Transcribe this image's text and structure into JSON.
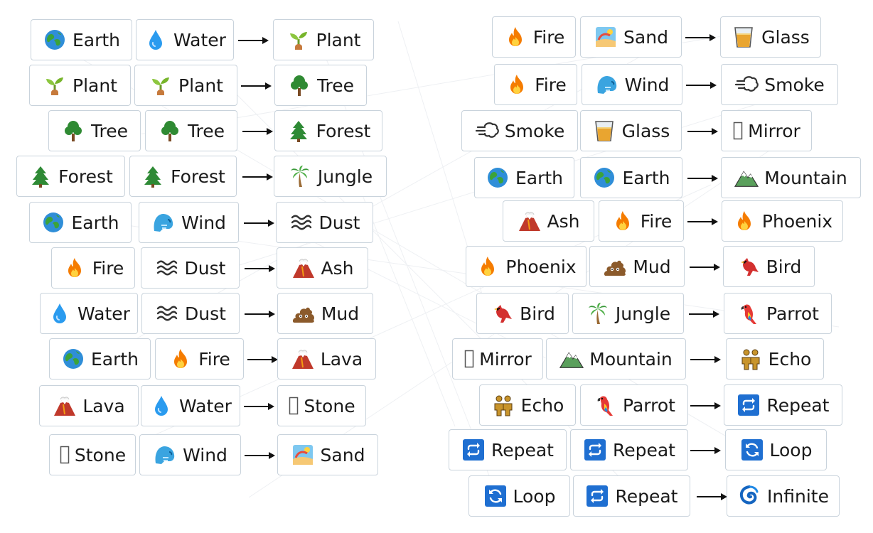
{
  "title": "",
  "icons": {
    "earth": "earth-globe-icon",
    "water": "water-droplet-icon",
    "plant": "seedling-icon",
    "tree": "deciduous-tree-icon",
    "forest": "evergreen-tree-icon",
    "jungle": "palm-tree-icon",
    "wind": "wind-face-icon",
    "dust": "wavy-lines-icon",
    "fire": "fire-flame-icon",
    "ash": "volcano-icon",
    "mud": "mud-pile-icon",
    "lava": "volcano-icon",
    "stone": "missing-glyph-icon",
    "sand": "beach-icon",
    "glass": "glass-tumbler-icon",
    "smoke": "smoke-puff-icon",
    "mirror": "missing-glyph-icon",
    "mountain": "snow-mountain-icon",
    "phoenix": "fire-flame-icon",
    "bird": "red-bird-icon",
    "parrot": "parrot-icon",
    "echo": "people-pair-icon",
    "repeat": "repeat-arrows-icon",
    "loop": "loop-arrows-icon",
    "infinite": "cyclone-icon"
  },
  "colors": {
    "chip_border": "#c9d3dc",
    "arrow": "#111111",
    "text": "#1a1a1a",
    "repeat_blue": "#1f6fd1"
  },
  "left_recipes": [
    {
      "first": {
        "label": "Earth",
        "icon": "earth"
      },
      "second": {
        "label": "Water",
        "icon": "water"
      },
      "result": {
        "label": "Plant",
        "icon": "plant"
      }
    },
    {
      "first": {
        "label": "Plant",
        "icon": "plant"
      },
      "second": {
        "label": "Plant",
        "icon": "plant"
      },
      "result": {
        "label": "Tree",
        "icon": "tree"
      }
    },
    {
      "first": {
        "label": "Tree",
        "icon": "tree"
      },
      "second": {
        "label": "Tree",
        "icon": "tree"
      },
      "result": {
        "label": "Forest",
        "icon": "forest"
      }
    },
    {
      "first": {
        "label": "Forest",
        "icon": "forest"
      },
      "second": {
        "label": "Forest",
        "icon": "forest"
      },
      "result": {
        "label": "Jungle",
        "icon": "jungle"
      }
    },
    {
      "first": {
        "label": "Earth",
        "icon": "earth"
      },
      "second": {
        "label": "Wind",
        "icon": "wind"
      },
      "result": {
        "label": "Dust",
        "icon": "dust"
      }
    },
    {
      "first": {
        "label": "Fire",
        "icon": "fire"
      },
      "second": {
        "label": "Dust",
        "icon": "dust"
      },
      "result": {
        "label": "Ash",
        "icon": "ash"
      }
    },
    {
      "first": {
        "label": "Water",
        "icon": "water"
      },
      "second": {
        "label": "Dust",
        "icon": "dust"
      },
      "result": {
        "label": "Mud",
        "icon": "mud"
      }
    },
    {
      "first": {
        "label": "Earth",
        "icon": "earth"
      },
      "second": {
        "label": "Fire",
        "icon": "fire"
      },
      "result": {
        "label": "Lava",
        "icon": "lava"
      }
    },
    {
      "first": {
        "label": "Lava",
        "icon": "lava"
      },
      "second": {
        "label": "Water",
        "icon": "water"
      },
      "result": {
        "label": "Stone",
        "icon": "stone"
      }
    },
    {
      "first": {
        "label": "Stone",
        "icon": "stone"
      },
      "second": {
        "label": "Wind",
        "icon": "wind"
      },
      "result": {
        "label": "Sand",
        "icon": "sand"
      }
    }
  ],
  "right_recipes": [
    {
      "first": {
        "label": "Fire",
        "icon": "fire"
      },
      "second": {
        "label": "Sand",
        "icon": "sand"
      },
      "result": {
        "label": "Glass",
        "icon": "glass"
      }
    },
    {
      "first": {
        "label": "Fire",
        "icon": "fire"
      },
      "second": {
        "label": "Wind",
        "icon": "wind"
      },
      "result": {
        "label": "Smoke",
        "icon": "smoke"
      }
    },
    {
      "first": {
        "label": "Smoke",
        "icon": "smoke"
      },
      "second": {
        "label": "Glass",
        "icon": "glass"
      },
      "result": {
        "label": "Mirror",
        "icon": "mirror"
      }
    },
    {
      "first": {
        "label": "Earth",
        "icon": "earth"
      },
      "second": {
        "label": "Earth",
        "icon": "earth"
      },
      "result": {
        "label": "Mountain",
        "icon": "mountain"
      }
    },
    {
      "first": {
        "label": "Ash",
        "icon": "ash"
      },
      "second": {
        "label": "Fire",
        "icon": "fire"
      },
      "result": {
        "label": "Phoenix",
        "icon": "phoenix"
      }
    },
    {
      "first": {
        "label": "Phoenix",
        "icon": "phoenix"
      },
      "second": {
        "label": "Mud",
        "icon": "mud"
      },
      "result": {
        "label": "Bird",
        "icon": "bird"
      }
    },
    {
      "first": {
        "label": "Bird",
        "icon": "bird"
      },
      "second": {
        "label": "Jungle",
        "icon": "jungle"
      },
      "result": {
        "label": "Parrot",
        "icon": "parrot"
      }
    },
    {
      "first": {
        "label": "Mirror",
        "icon": "mirror"
      },
      "second": {
        "label": "Mountain",
        "icon": "mountain"
      },
      "result": {
        "label": "Echo",
        "icon": "echo"
      }
    },
    {
      "first": {
        "label": "Echo",
        "icon": "echo"
      },
      "second": {
        "label": "Parrot",
        "icon": "parrot"
      },
      "result": {
        "label": "Repeat",
        "icon": "repeat"
      }
    },
    {
      "first": {
        "label": "Repeat",
        "icon": "repeat"
      },
      "second": {
        "label": "Repeat",
        "icon": "repeat"
      },
      "result": {
        "label": "Loop",
        "icon": "loop"
      }
    },
    {
      "first": {
        "label": "Loop",
        "icon": "loop"
      },
      "second": {
        "label": "Repeat",
        "icon": "repeat"
      },
      "result": {
        "label": "Infinite",
        "icon": "infinite"
      }
    }
  ]
}
